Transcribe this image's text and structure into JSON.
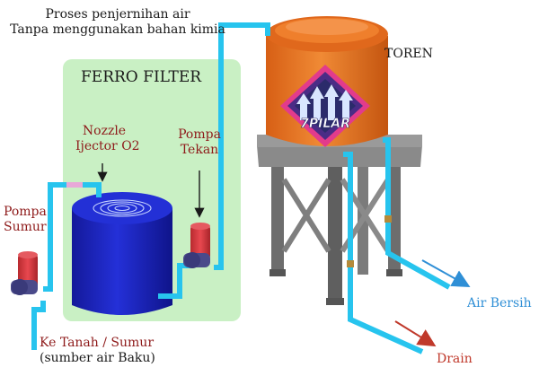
{
  "caption": {
    "line1": "Proses penjernihan air",
    "line2": "Tanpa menggunakan bahan kimia"
  },
  "filter_box": {
    "title": "FERRO FILTER"
  },
  "labels": {
    "nozzle_line1": "Nozzle",
    "nozzle_line2": "Ijector O2",
    "pompa_tekan_line1": "Pompa",
    "pompa_tekan_line2": "Tekan",
    "pompa_sumur_line1": "Pompa",
    "pompa_sumur_line2": "Sumur",
    "toren": "TOREN",
    "air_bersih": "Air Bersih",
    "drain": "Drain",
    "source_line1": "Ke Tanah / Sumur",
    "source_line2": "(sumber air Baku)"
  },
  "logo": {
    "text": "7PILAR"
  },
  "colors": {
    "pipe": "#27c4ee",
    "filter_box": "#c9f0c4",
    "filter_tank": "#1b23c6",
    "pump": "#d8383f",
    "tower_tank": "#e8701f",
    "tower_stand": "#747474",
    "arrow_clean": "#2f8fd6",
    "arrow_drain": "#c0392b"
  }
}
